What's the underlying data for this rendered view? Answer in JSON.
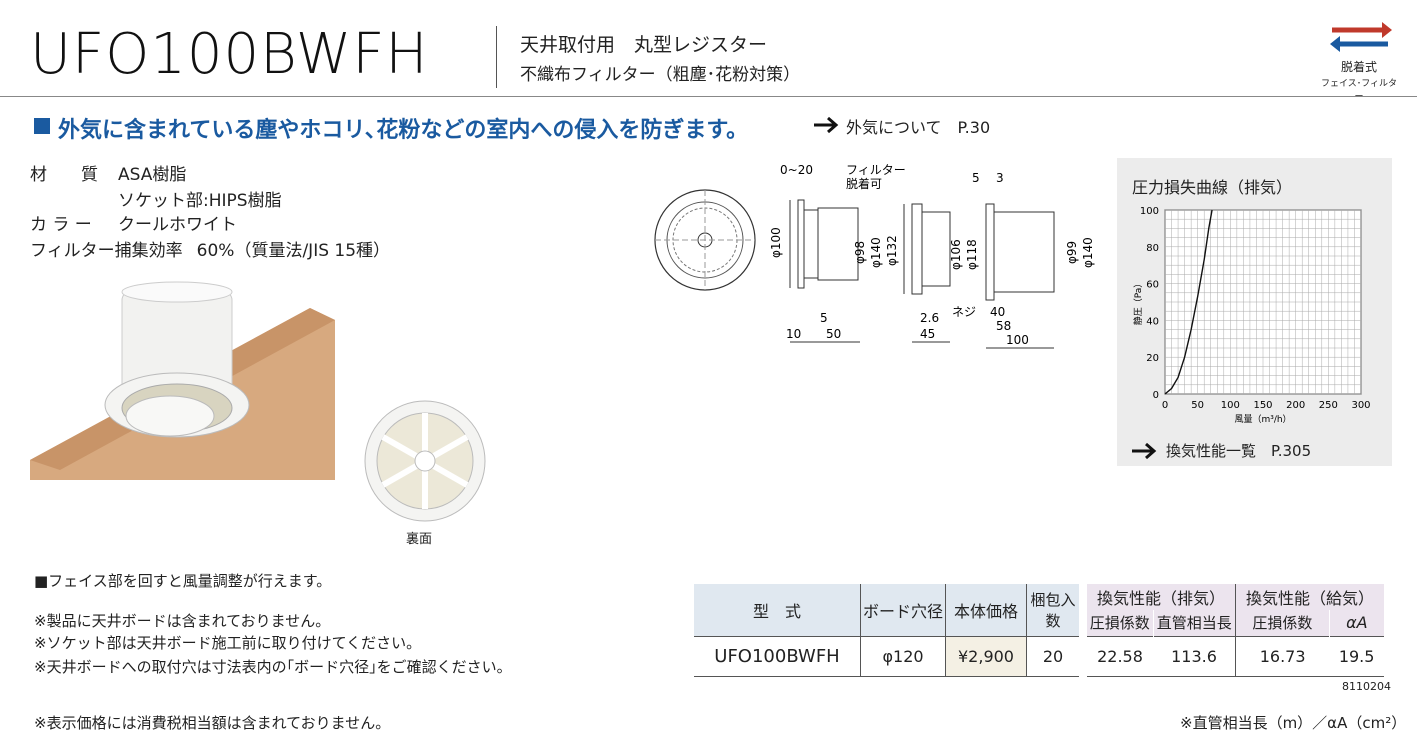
{
  "header": {
    "model": "UFO100BWFH",
    "subtitle1": "天井取付用　丸型レジスター",
    "subtitle2": "不織布フィルター（粗塵･花粉対策）",
    "badge_label": "脱着式",
    "badge_sub": "フェイス･フィルター"
  },
  "lead": {
    "text": "外気に含まれている塵やホコリ､花粉などの室内への侵入を防ぎます。",
    "ref": "外気について　P.30"
  },
  "specs": [
    {
      "label": "材　　質",
      "value": "ASA樹脂"
    },
    {
      "label": "",
      "value": "ソケット部:HIPS樹脂"
    },
    {
      "label": "カ ラ ー",
      "value": "クールホワイト"
    },
    {
      "label": "フィルター捕集効率",
      "value": "60%（質量法/JIS 15種）"
    }
  ],
  "photo_caption": "裏面",
  "drawing": {
    "labels": [
      "0~20",
      "フィルター",
      "脱着可",
      "5",
      "3",
      "φ100",
      "φ98",
      "φ140",
      "φ132",
      "φ106",
      "φ118",
      "φ99",
      "φ140",
      "ネジ",
      "2.6",
      "45",
      "5",
      "10",
      "50",
      "40",
      "58",
      "100"
    ]
  },
  "chart_data": {
    "type": "line",
    "title": "圧力損失曲線（排気）",
    "xlabel": "風量（m³/h）",
    "ylabel": "静圧（Pa）",
    "xlim": [
      0,
      300
    ],
    "ylim": [
      0,
      100
    ],
    "xticks": [
      0,
      50,
      100,
      150,
      200,
      250,
      300
    ],
    "yticks": [
      0,
      20,
      40,
      60,
      80,
      100
    ],
    "grid": true,
    "series": [
      {
        "x": [
          0,
          10,
          20,
          30,
          40,
          50,
          60,
          67,
          72
        ],
        "y": [
          0,
          3,
          9,
          20,
          35,
          53,
          73,
          90,
          100
        ]
      }
    ]
  },
  "chart_ref": "換気性能一覧　P.305",
  "notes": [
    "■フェイス部を回すと風量調整が行えます。",
    "※製品に天井ボードは含まれておりません。",
    "※ソケット部は天井ボード施工前に取り付けてください。",
    "※天井ボードへの取付穴は寸法表内の｢ボード穴径｣をご確認ください。"
  ],
  "table": {
    "h_model": "型　式",
    "h_hole": "ボード穴径",
    "h_price": "本体価格",
    "h_pack": "梱包入数",
    "h_exh": "換気性能（排気）",
    "h_sup": "換気性能（給気）",
    "h_exh_a": "圧損係数",
    "h_exh_b": "直管相当長",
    "h_sup_a": "圧損係数",
    "h_sup_b": "αA",
    "row": {
      "model": "UFO100BWFH",
      "hole": "φ120",
      "price": "¥2,900",
      "pack": "20",
      "exh_a": "22.58",
      "exh_b": "113.6",
      "sup_a": "16.73",
      "sup_b": "19.5"
    }
  },
  "code": "8110204",
  "footer_left": "※表示価格には消費税相当額は含まれておりません。",
  "footer_right": "※直管相当長（m）／αA（cm²）"
}
